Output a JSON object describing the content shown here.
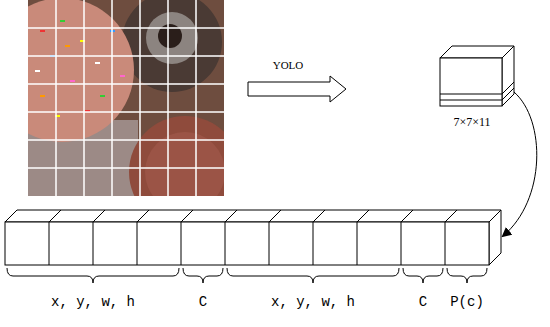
{
  "diagram": {
    "labels": [
      "YOLO",
      "7×7×11",
      "x, y, w, h",
      "C",
      "x, y, w, h",
      "C",
      "P(c)"
    ]
  }
}
